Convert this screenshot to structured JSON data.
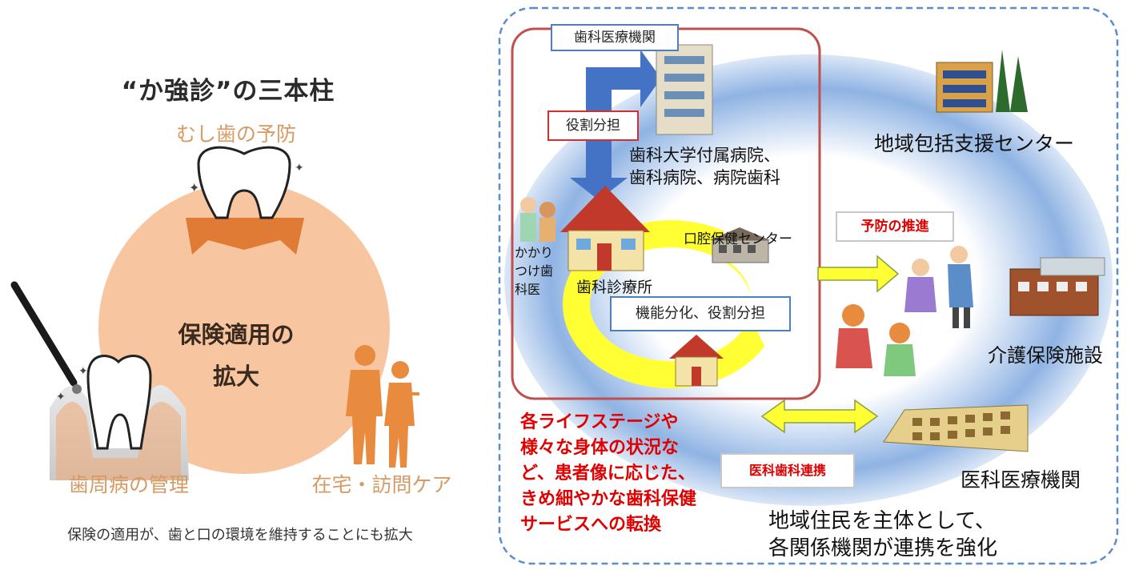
{
  "left_panel": {
    "title": "“か強診”の三本柱",
    "pillar_top": "むし歯の予防",
    "circle_line1": "保険適用の",
    "circle_line2": "拡大",
    "pillar_left": "歯周病の管理",
    "pillar_right": "在宅・訪問ケア",
    "caption": "保険の適用が、歯と口の環境を維持することにも拡大"
  },
  "right_panel": {
    "dental_institution": "歯科医療機関",
    "role_sharing": "役割分担",
    "university_line1": "歯科大学付属病院、",
    "university_line2": "歯科病院、病院歯科",
    "community_center": "地域包括支援センター",
    "oral_center": "口腔保健センター",
    "prevention": "予防の推進",
    "kakari_line1": "かかり",
    "kakari_line2": "つけ歯",
    "kakari_line3": "科医",
    "clinic": "歯科診療所",
    "function_division": "機能分化、役割分担",
    "care_facility": "介護保険施設",
    "medical_dental": "医科歯科連携",
    "hospital": "医科医療機関",
    "red_message": "各ライフステージや様々な身体の状況など、患者像に応じた、きめ細やかな歯科保健サービスへの転換",
    "bottom_line1": "地域住民を主体として、",
    "bottom_line2": "各関係機関が連携を強化"
  },
  "colors": {
    "peach": "#f7c6a0",
    "orange_figure": "#e98b3e",
    "ring_blue": "#8fb3e3",
    "ring_yellow": "#ffff33",
    "arrow_blue": "#4472c4",
    "red": "#e00000"
  }
}
